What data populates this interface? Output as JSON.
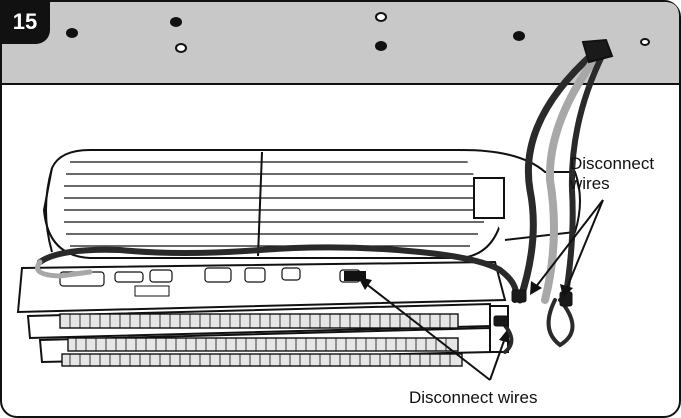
{
  "step": {
    "number": "15"
  },
  "callouts": {
    "right": {
      "line1": "Disconnect",
      "line2": "wires"
    },
    "bottom": {
      "text": "Disconnect wires"
    }
  },
  "colors": {
    "panel": "#c8c8c8",
    "ink": "#111111",
    "wire_dark": "#2a2a2a",
    "wire_light": "#a8a8a8"
  }
}
